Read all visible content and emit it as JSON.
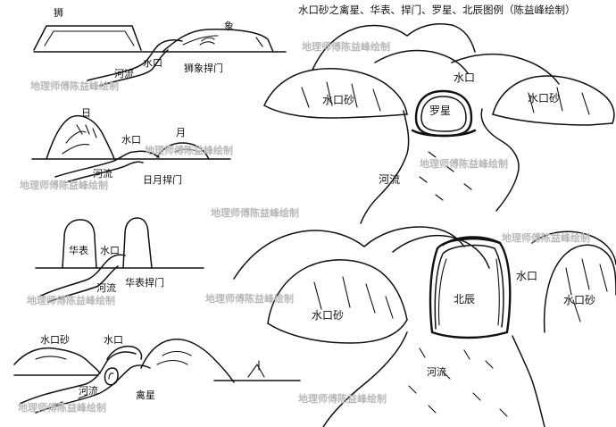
{
  "title": "水口砂之禽星、华表、捍门、罗星、北辰图例（陈益峰绘制）",
  "watermark": "地理师傅陈益峰绘制",
  "panels": {
    "lion_elephant": {
      "lion": "狮",
      "elephant": "象",
      "shuikou": "水口",
      "river": "河流",
      "gate": "狮象捍门"
    },
    "sun_moon": {
      "sun": "日",
      "moon": "月",
      "shuikou": "水口",
      "river": "河流",
      "gate": "日月捍门"
    },
    "huabiao": {
      "huabiao": "华表",
      "shuikou": "水口",
      "river": "河流",
      "gate": "华表捍门"
    },
    "qinxing": {
      "shuikousha": "水口砂",
      "shuikou": "水口",
      "river": "河流",
      "qinxing": "禽星"
    },
    "luoxing": {
      "shuikou": "水口",
      "shuikousha_left": "水口砂",
      "shuikousha_right": "水口砂",
      "luoxing": "罗星",
      "river": "河流"
    },
    "beichen": {
      "shuikou": "水口",
      "beichen": "北辰",
      "shuikousha_left": "水口砂",
      "shuikousha_right": "水口砂",
      "river": "河流"
    }
  }
}
